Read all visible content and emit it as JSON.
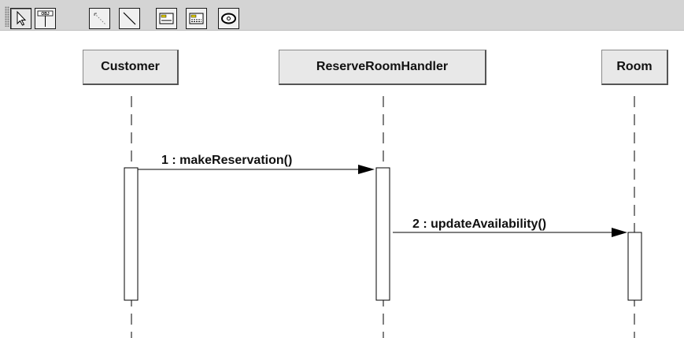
{
  "toolbar": {
    "tools": [
      {
        "name": "select-tool",
        "icon": "arrow-pointer-icon"
      },
      {
        "name": "object-lifeline-tool",
        "icon": "object-lifeline-icon",
        "label": "OBJ"
      },
      {
        "name": "dashed-link-tool",
        "icon": "dashed-line-icon"
      },
      {
        "name": "message-tool",
        "icon": "solid-line-icon"
      },
      {
        "name": "note-tool",
        "icon": "note-icon"
      },
      {
        "name": "text-tool",
        "icon": "text-box-icon"
      },
      {
        "name": "ellipse-tool",
        "icon": "ellipse-icon"
      }
    ]
  },
  "diagram": {
    "objects": [
      {
        "label": "Customer"
      },
      {
        "label": "ReserveRoomHandler"
      },
      {
        "label": "Room"
      }
    ],
    "messages": [
      {
        "label": "1 : makeReservation()",
        "from": "Customer",
        "to": "ReserveRoomHandler"
      },
      {
        "label": "2 : updateAvailability()",
        "from": "ReserveRoomHandler",
        "to": "Room"
      }
    ]
  },
  "colors": {
    "toolbar_bg": "#d4d4d4",
    "box_fill": "#e8e8e8",
    "line": "#000000"
  }
}
